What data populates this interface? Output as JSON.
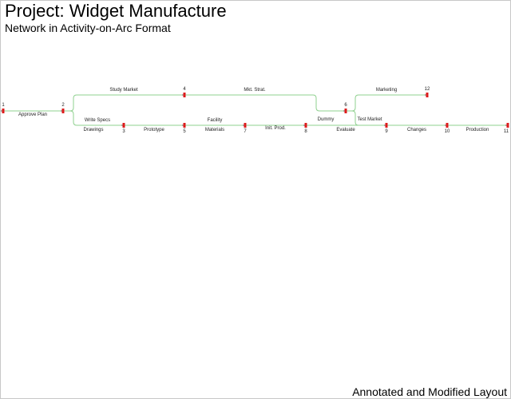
{
  "header": {
    "title": "Project: Widget Manufacture",
    "subtitle": "Network in Activity-on-Arc Format"
  },
  "footer": {
    "note": "Annotated and Modified Layout"
  },
  "colors": {
    "arc": "#8fd08f",
    "node": "#dd1c1c",
    "text": "#222222"
  },
  "network": {
    "nodes": [
      "1",
      "2",
      "3",
      "4",
      "5",
      "6",
      "7",
      "8",
      "9",
      "10",
      "11",
      "12"
    ],
    "activities": [
      {
        "label": "Approve Plan",
        "from": "1",
        "to": "2"
      },
      {
        "label": "Drawings",
        "from": "2",
        "to": "3"
      },
      {
        "label": "Study Market",
        "from": "2",
        "to": "4"
      },
      {
        "label": "Write Specs",
        "from": "2",
        "to": "3"
      },
      {
        "label": "Prototype",
        "from": "3",
        "to": "5"
      },
      {
        "label": "Mkt. Strat.",
        "from": "4",
        "to": "6"
      },
      {
        "label": "Materials",
        "from": "5",
        "to": "7"
      },
      {
        "label": "Facility",
        "from": "5",
        "to": "7"
      },
      {
        "label": "Init. Prod.",
        "from": "7",
        "to": "8"
      },
      {
        "label": "Evaluate",
        "from": "8",
        "to": "9"
      },
      {
        "label": "Dummy",
        "from": "8",
        "to": "6"
      },
      {
        "label": "Test Market",
        "from": "6",
        "to": "9"
      },
      {
        "label": "Marketing",
        "from": "6",
        "to": "12"
      },
      {
        "label": "Changes",
        "from": "9",
        "to": "10"
      },
      {
        "label": "Production",
        "from": "10",
        "to": "11"
      }
    ]
  }
}
